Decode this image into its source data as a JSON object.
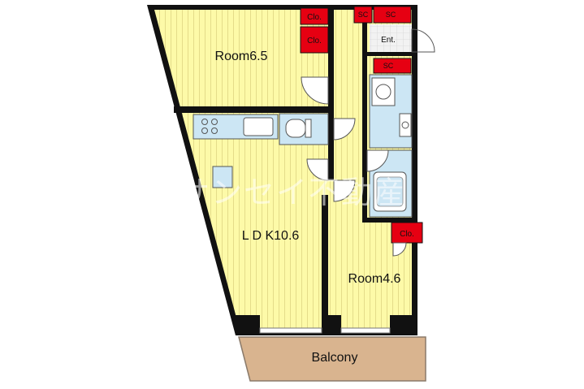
{
  "rooms": {
    "room_a": "Room6.5",
    "ldk": "L D K10.6",
    "room_b": "Room4.6",
    "balcony": "Balcony"
  },
  "storage": {
    "clo_1": "Clo.",
    "clo_2": "Clo.",
    "clo_3": "Clo.",
    "sc_1": "SC",
    "sc_2": "SC",
    "sc_3": "SC"
  },
  "entrance": "Ent.",
  "colors": {
    "floor": "#fdfaa8",
    "floor_line": "#e4dc8a",
    "wall": "#111111",
    "closet": "#e60012",
    "balcony": "#d9b48f",
    "wet_area": "#cce6f4",
    "tile": "#eeeeee"
  }
}
